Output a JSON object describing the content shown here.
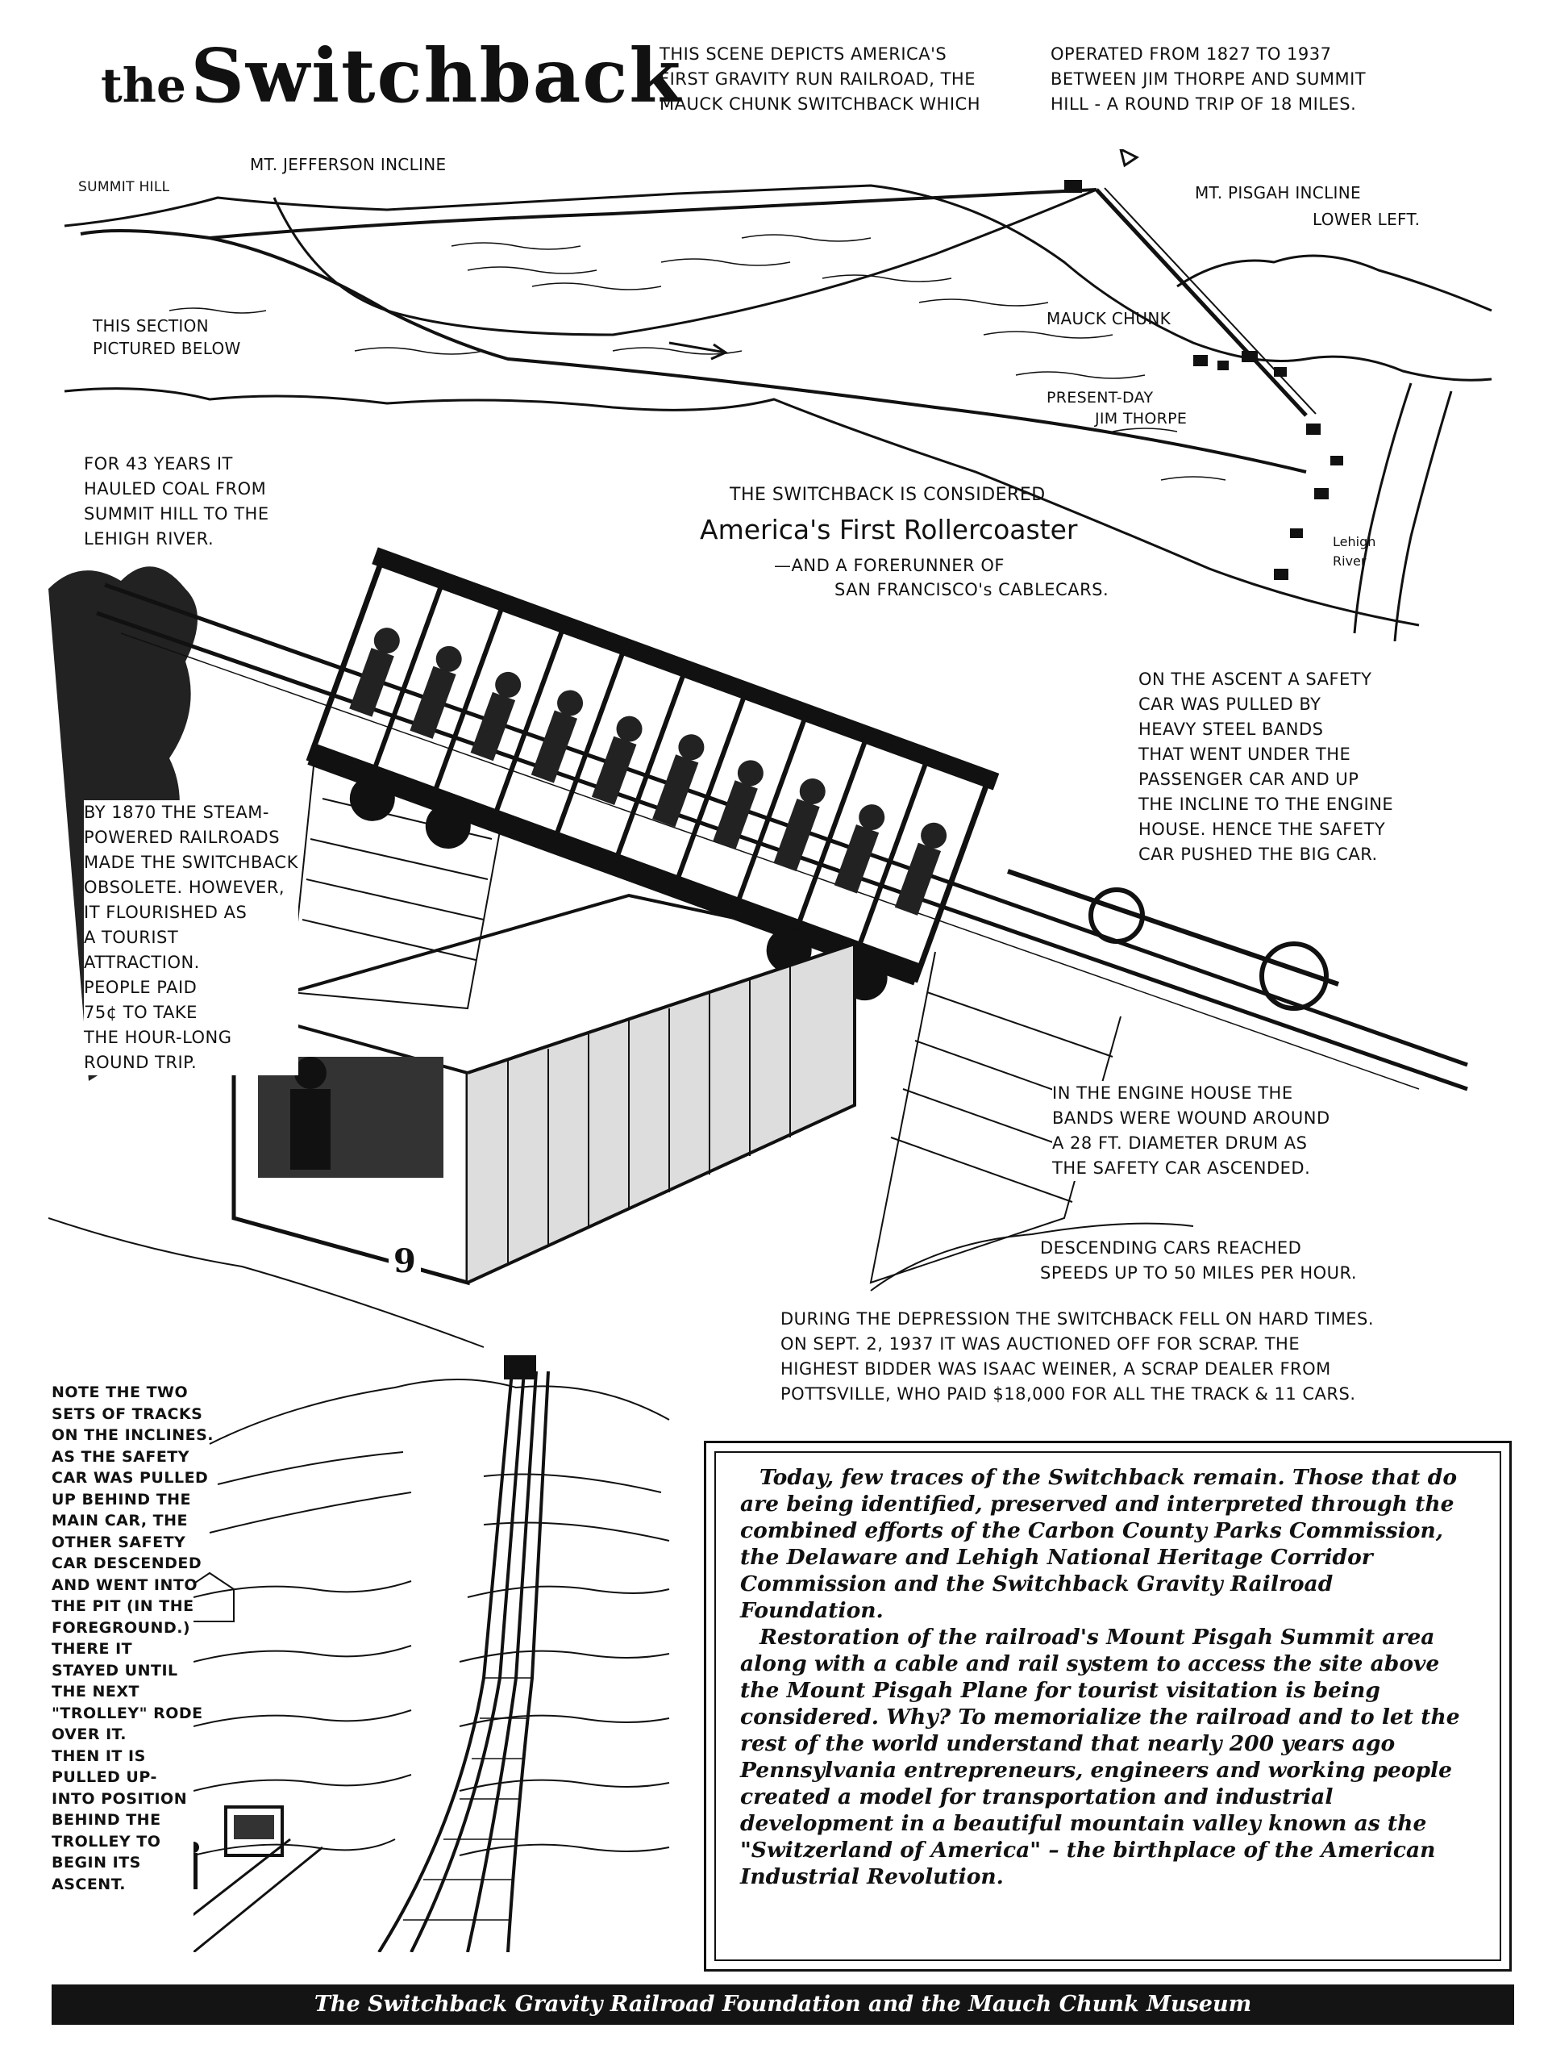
{
  "title": {
    "prefix": "the",
    "main": "Switchback"
  },
  "intro": {
    "col1": [
      "THIS SCENE DEPICTS AMERICA'S",
      "FIRST GRAVITY RUN RAILROAD, THE",
      "MAUCK CHUNK SWITCHBACK WHICH"
    ],
    "col2": [
      "OPERATED FROM 1827 TO 1937",
      "BETWEEN JIM THORPE AND SUMMIT",
      "HILL - A ROUND TRIP OF 18 MILES."
    ]
  },
  "map_labels": {
    "summit_hill": "SUMMIT HILL",
    "mt_jefferson": "MT. JEFFERSON INCLINE",
    "mt_pisgah": [
      "MT. PISGAH INCLINE",
      "LOWER LEFT."
    ],
    "this_section": [
      "THIS SECTION",
      "PICTURED BELOW"
    ],
    "mauck_chunk": "MAUCK CHUNK",
    "present_day": [
      "PRESENT-DAY",
      "JIM THORPE"
    ],
    "lehigh_river": [
      "Lehigh",
      "River"
    ]
  },
  "notes": {
    "forty_three_years": [
      "FOR 43 YEARS IT",
      "HAULED COAL FROM",
      "SUMMIT HILL TO THE",
      "LEHIGH RIVER."
    ],
    "considered_line1": "THE SWITCHBACK IS CONSIDERED",
    "rollercoaster": "America's First Rollercoaster",
    "forerunner": [
      "—AND A FORERUNNER OF",
      "SAN FRANCISCO's CABLECARS."
    ],
    "ascent": [
      "ON THE ASCENT A SAFETY",
      "CAR WAS PULLED BY",
      "HEAVY STEEL BANDS",
      "THAT WENT UNDER THE",
      "PASSENGER CAR AND UP",
      "THE INCLINE TO THE ENGINE",
      "HOUSE. HENCE THE SAFETY",
      "CAR PUSHED THE BIG CAR."
    ],
    "by_1870": [
      "BY 1870 THE STEAM-",
      "POWERED RAILROADS",
      "MADE THE SWITCHBACK",
      "OBSOLETE. HOWEVER,",
      "IT FLOURISHED AS",
      "A TOURIST",
      "ATTRACTION.",
      "PEOPLE PAID",
      "75¢ TO TAKE",
      "THE HOUR-LONG",
      "ROUND TRIP."
    ],
    "engine_house": [
      "IN THE ENGINE HOUSE THE",
      "BANDS WERE WOUND AROUND",
      "A 28 FT. DIAMETER DRUM AS",
      "THE SAFETY CAR ASCENDED."
    ],
    "descending": [
      "DESCENDING CARS REACHED",
      "SPEEDS UP TO 50 MILES PER HOUR."
    ],
    "depression": [
      "DURING THE DEPRESSION THE SWITCHBACK FELL ON HARD TIMES.",
      "ON SEPT. 2, 1937 IT WAS AUCTIONED OFF FOR SCRAP. THE",
      "HIGHEST BIDDER WAS ISAAC WEINER, A SCRAP DEALER FROM",
      "POTTSVILLE, WHO PAID $18,000 FOR ALL THE TRACK & 11 CARS."
    ],
    "two_sets": [
      "NOTE THE TWO",
      "SETS OF TRACKS",
      "ON THE INCLINES.",
      "AS THE SAFETY",
      "CAR WAS PULLED",
      "UP BEHIND THE",
      "MAIN CAR, THE",
      "OTHER SAFETY",
      "CAR DESCENDED",
      "AND WENT INTO",
      "THE PIT (IN THE",
      "FOREGROUND.)",
      "THERE IT",
      "STAYED UNTIL",
      "THE NEXT",
      "\"TROLLEY\" RODE",
      "OVER IT.",
      "THEN IT IS",
      "PULLED UP-",
      "INTO POSITION",
      "BEHIND THE",
      "TROLLEY TO",
      "BEGIN ITS",
      "ASCENT."
    ],
    "car_number": "9"
  },
  "callout": {
    "p1": "Today, few traces of the Switchback remain. Those that do are being identified, preserved and interpreted through the combined efforts of the Carbon County Parks Commission, the Delaware and Lehigh National Heritage Corridor Commission and the Switchback Gravity Railroad Foundation.",
    "p2": "Restoration of the railroad's Mount Pisgah Summit area along with a cable and rail system to access the site above the Mount Pisgah Plane for tourist visitation is being considered. Why? To memorialize the railroad and to let the rest of the world understand that nearly 200 years ago Pennsylvania entrepreneurs, engineers and working people created a model for transportation and industrial development in a beautiful mountain valley known as the \"Switzerland of America\" – the birthplace of the American Industrial Revolution."
  },
  "footer": "The Switchback Gravity Railroad Foundation and the Mauch Chunk Museum"
}
